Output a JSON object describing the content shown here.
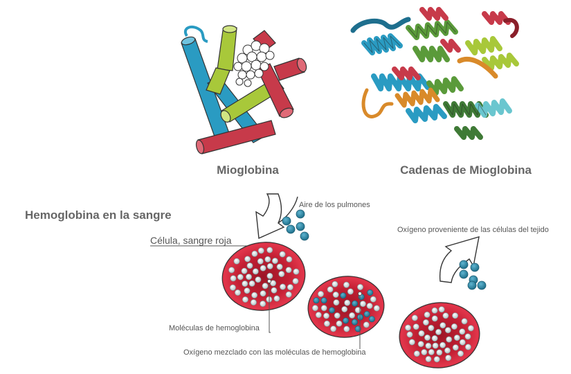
{
  "labels": {
    "myoglobin": "Mioglobina",
    "myoglobin_chains": "Cadenas de Mioglobina",
    "blood_title": "Hemoglobina en la sangre",
    "lung_air": "Aire de los pulmones",
    "red_cell": "Célula, sangre roja",
    "tissue_oxygen": "Oxígeno proveniente de las células del tejido",
    "hemoglobin_molecules": "Moléculas de hemoglobina",
    "oxygen_mixed": "Oxígeno mezclado con las moléculas de hemoglobina"
  },
  "colors": {
    "helix_blue": "#2a9bc2",
    "helix_green": "#a8c83a",
    "helix_red": "#c73a4a",
    "helix_dark_green": "#4a8a3a",
    "helix_orange": "#d98a2a",
    "cell_red": "#d8283f",
    "cell_dark": "#b01e32",
    "oxygen_teal": "#2c8bab",
    "hemoglobin_grey": "#d8e4e6",
    "label_grey": "#555555"
  }
}
